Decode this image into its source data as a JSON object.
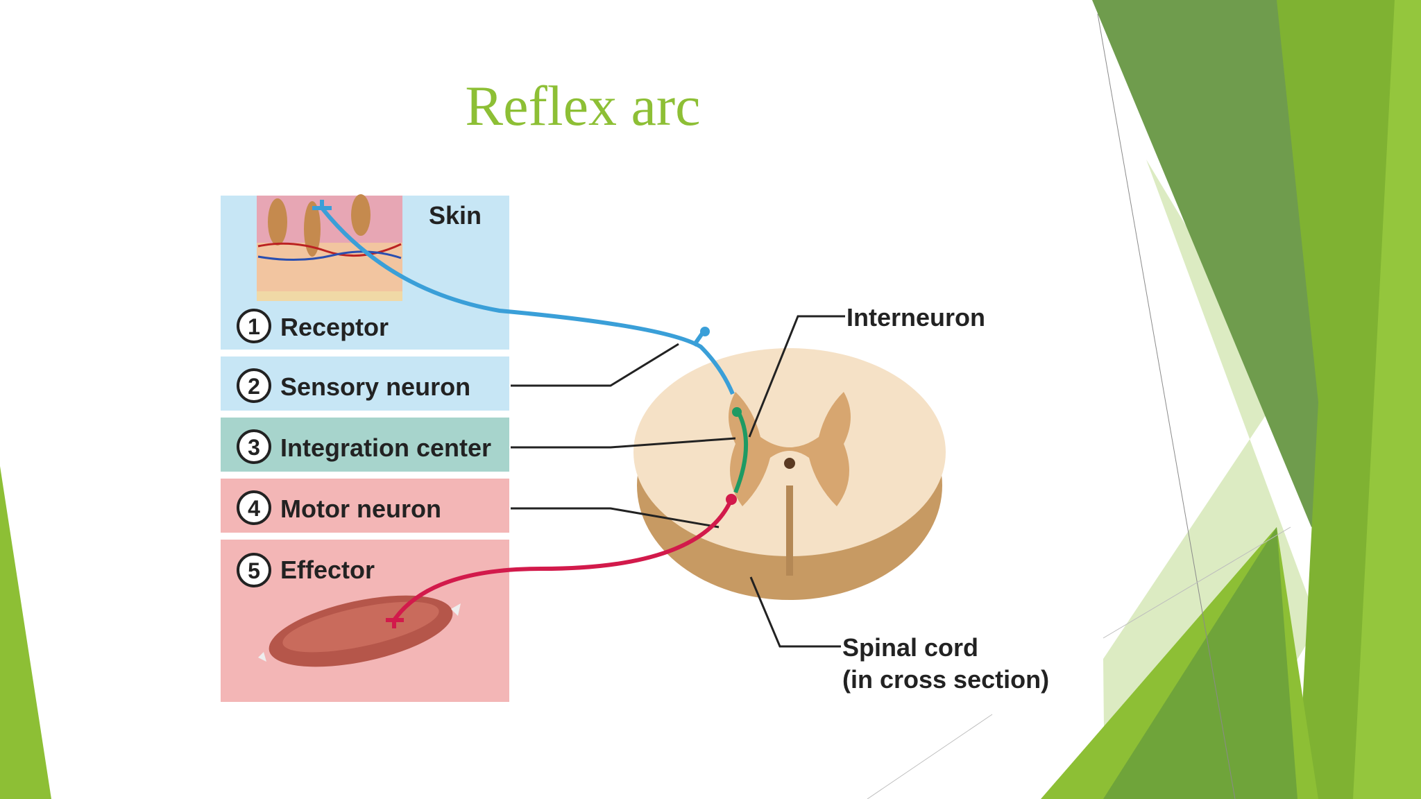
{
  "slide": {
    "title": "Reflex arc"
  },
  "diagram": {
    "steps": [
      {
        "number": "1",
        "label": "Receptor"
      },
      {
        "number": "2",
        "label": "Sensory neuron"
      },
      {
        "number": "3",
        "label": "Integration center"
      },
      {
        "number": "4",
        "label": "Motor neuron"
      },
      {
        "number": "5",
        "label": "Effector"
      }
    ],
    "skin_label": "Skin",
    "interneuron_label": "Interneuron",
    "spinal_cord_label_line1": "Spinal cord",
    "spinal_cord_label_line2": "(in cross section)"
  },
  "colors": {
    "accent_green": "#8dbf35",
    "sensory_neuron": "#3a9fd8",
    "interneuron": "#1e9a63",
    "motor_neuron": "#d21a4b",
    "panel_blue": "#c7e6f5",
    "panel_teal": "#a7d4cc",
    "panel_pink": "#f3b6b6"
  }
}
